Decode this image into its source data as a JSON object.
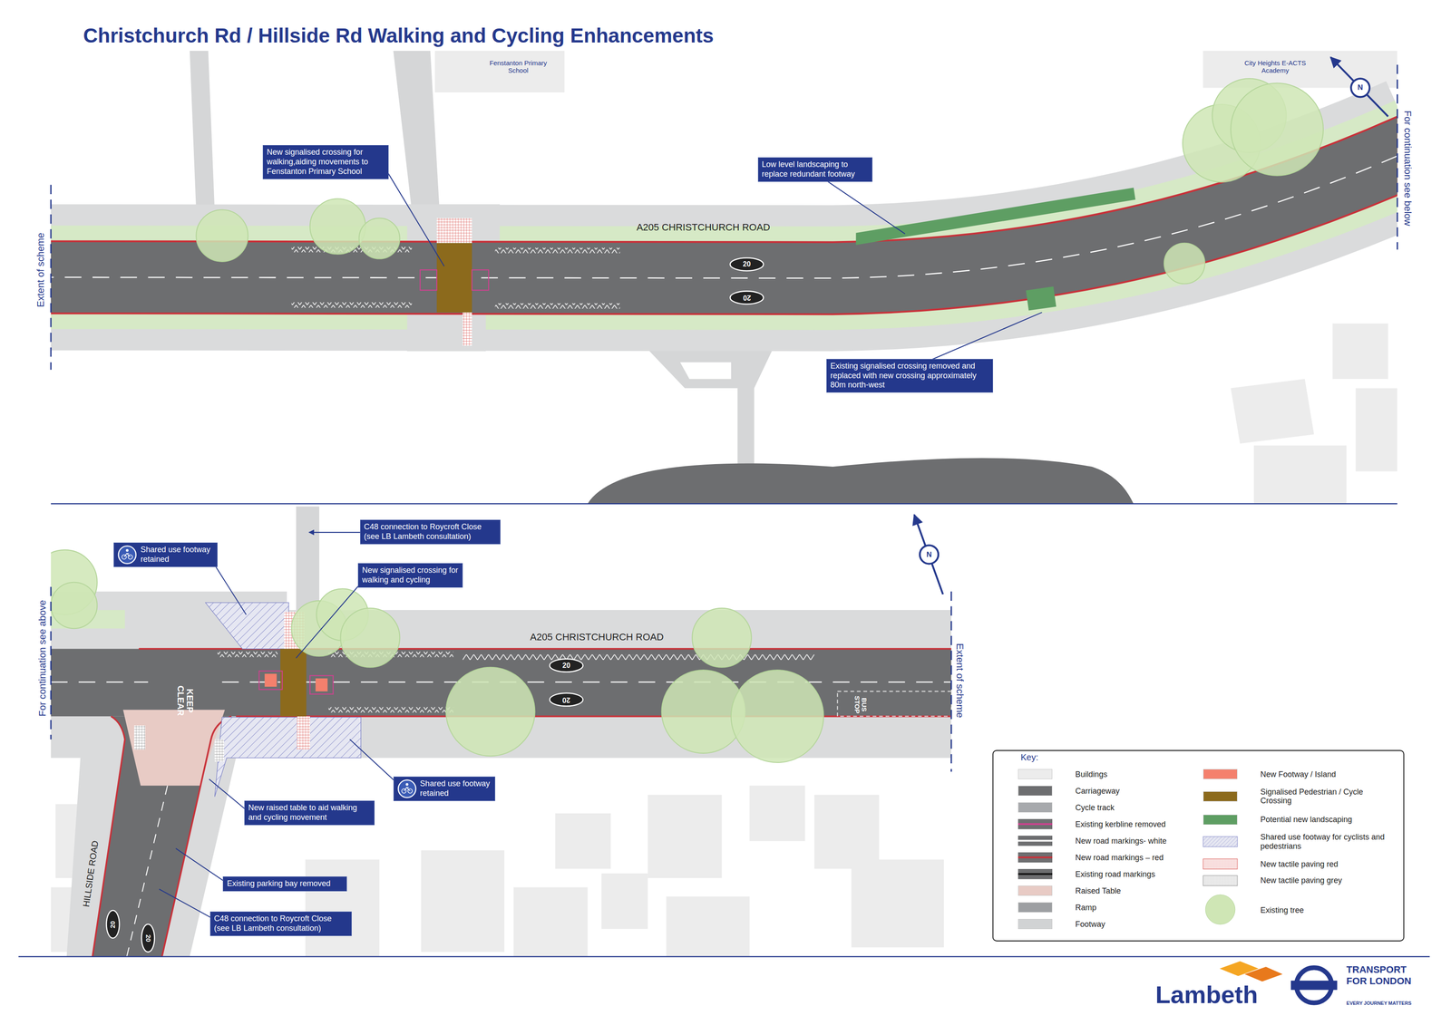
{
  "diagram": {
    "title": "Christchurch Rd / Hillside Rd Walking and Cycling Enhancements",
    "nodes": [
      {
        "text": [
          "New signalised crossing for walking,aiding movements to Fenstanton Primary School"
        ]
      },
      {
        "text": [
          "Low level landscaping to replace redundant footway"
        ]
      },
      {
        "text": [
          "Existing signalised crossing removed and replaced with new crossing approximately 80m north-west"
        ]
      },
      {
        "text": [
          "Shared use footway retained"
        ]
      },
      {
        "text": [
          "C48 connection to Roycroft Close (see LB Lambeth consultation)"
        ]
      },
      {
        "text": [
          "New signalised crossing for walking and cycling"
        ]
      },
      {
        "text": [
          "Shared use footway retained"
        ]
      },
      {
        "text": [
          "New raised table to aid walking and cycling movement"
        ]
      },
      {
        "text": [
          "Existing parking bay removed"
        ]
      },
      {
        "text": [
          "C48 connection to Roycroft Close (see LB Lambeth consultation)"
        ]
      }
    ],
    "labels": [
      "Fenstanton Primary School",
      "City Heights E-ACTS Academy",
      "A205 CHRISTCHURCH ROAD",
      "Extent of scheme",
      "For continuation see below",
      "20",
      "20",
      "N",
      "A205 CHRISTCHURCH ROAD",
      "For continuation see above",
      "Extent of scheme",
      "KEEP CLEAR",
      "20",
      "20",
      "BUS STOP",
      "N",
      "HILLSIDE ROAD",
      "20",
      "20",
      "Key:",
      "Lambeth",
      "TRANSPORT FOR LONDON",
      "EVERY JOURNEY MATTERS"
    ],
    "legend": [
      {
        "text": "Buildings",
        "color": "#ececec"
      },
      {
        "text": "Carriageway",
        "color": "#6d6e70"
      },
      {
        "text": "Cycle track",
        "color": "#a7a9ac"
      },
      {
        "text": "Existing kerbline removed"
      },
      {
        "text": "New road markings- white"
      },
      {
        "text": "New road markings – red"
      },
      {
        "text": "Existing road markings"
      },
      {
        "text": "Raised Table",
        "color": "#e8cbc5"
      },
      {
        "text": "Ramp",
        "color": "#9d9fa2"
      },
      {
        "text": "Footway",
        "color": "#d1d3d4"
      },
      {
        "text": "New Footway / Island",
        "color": "#f4806d"
      },
      {
        "text": "Signalised Pedestrian / Cycle Crossing",
        "color": "#8c6a1c"
      },
      {
        "text": "Potential new landscaping",
        "color": "#5e9e63"
      },
      {
        "text": "Shared use footway for cyclists and pedestrians"
      },
      {
        "text": "New tactile paving red"
      },
      {
        "text": "New tactile paving grey"
      },
      {
        "text": "Existing tree"
      }
    ]
  }
}
